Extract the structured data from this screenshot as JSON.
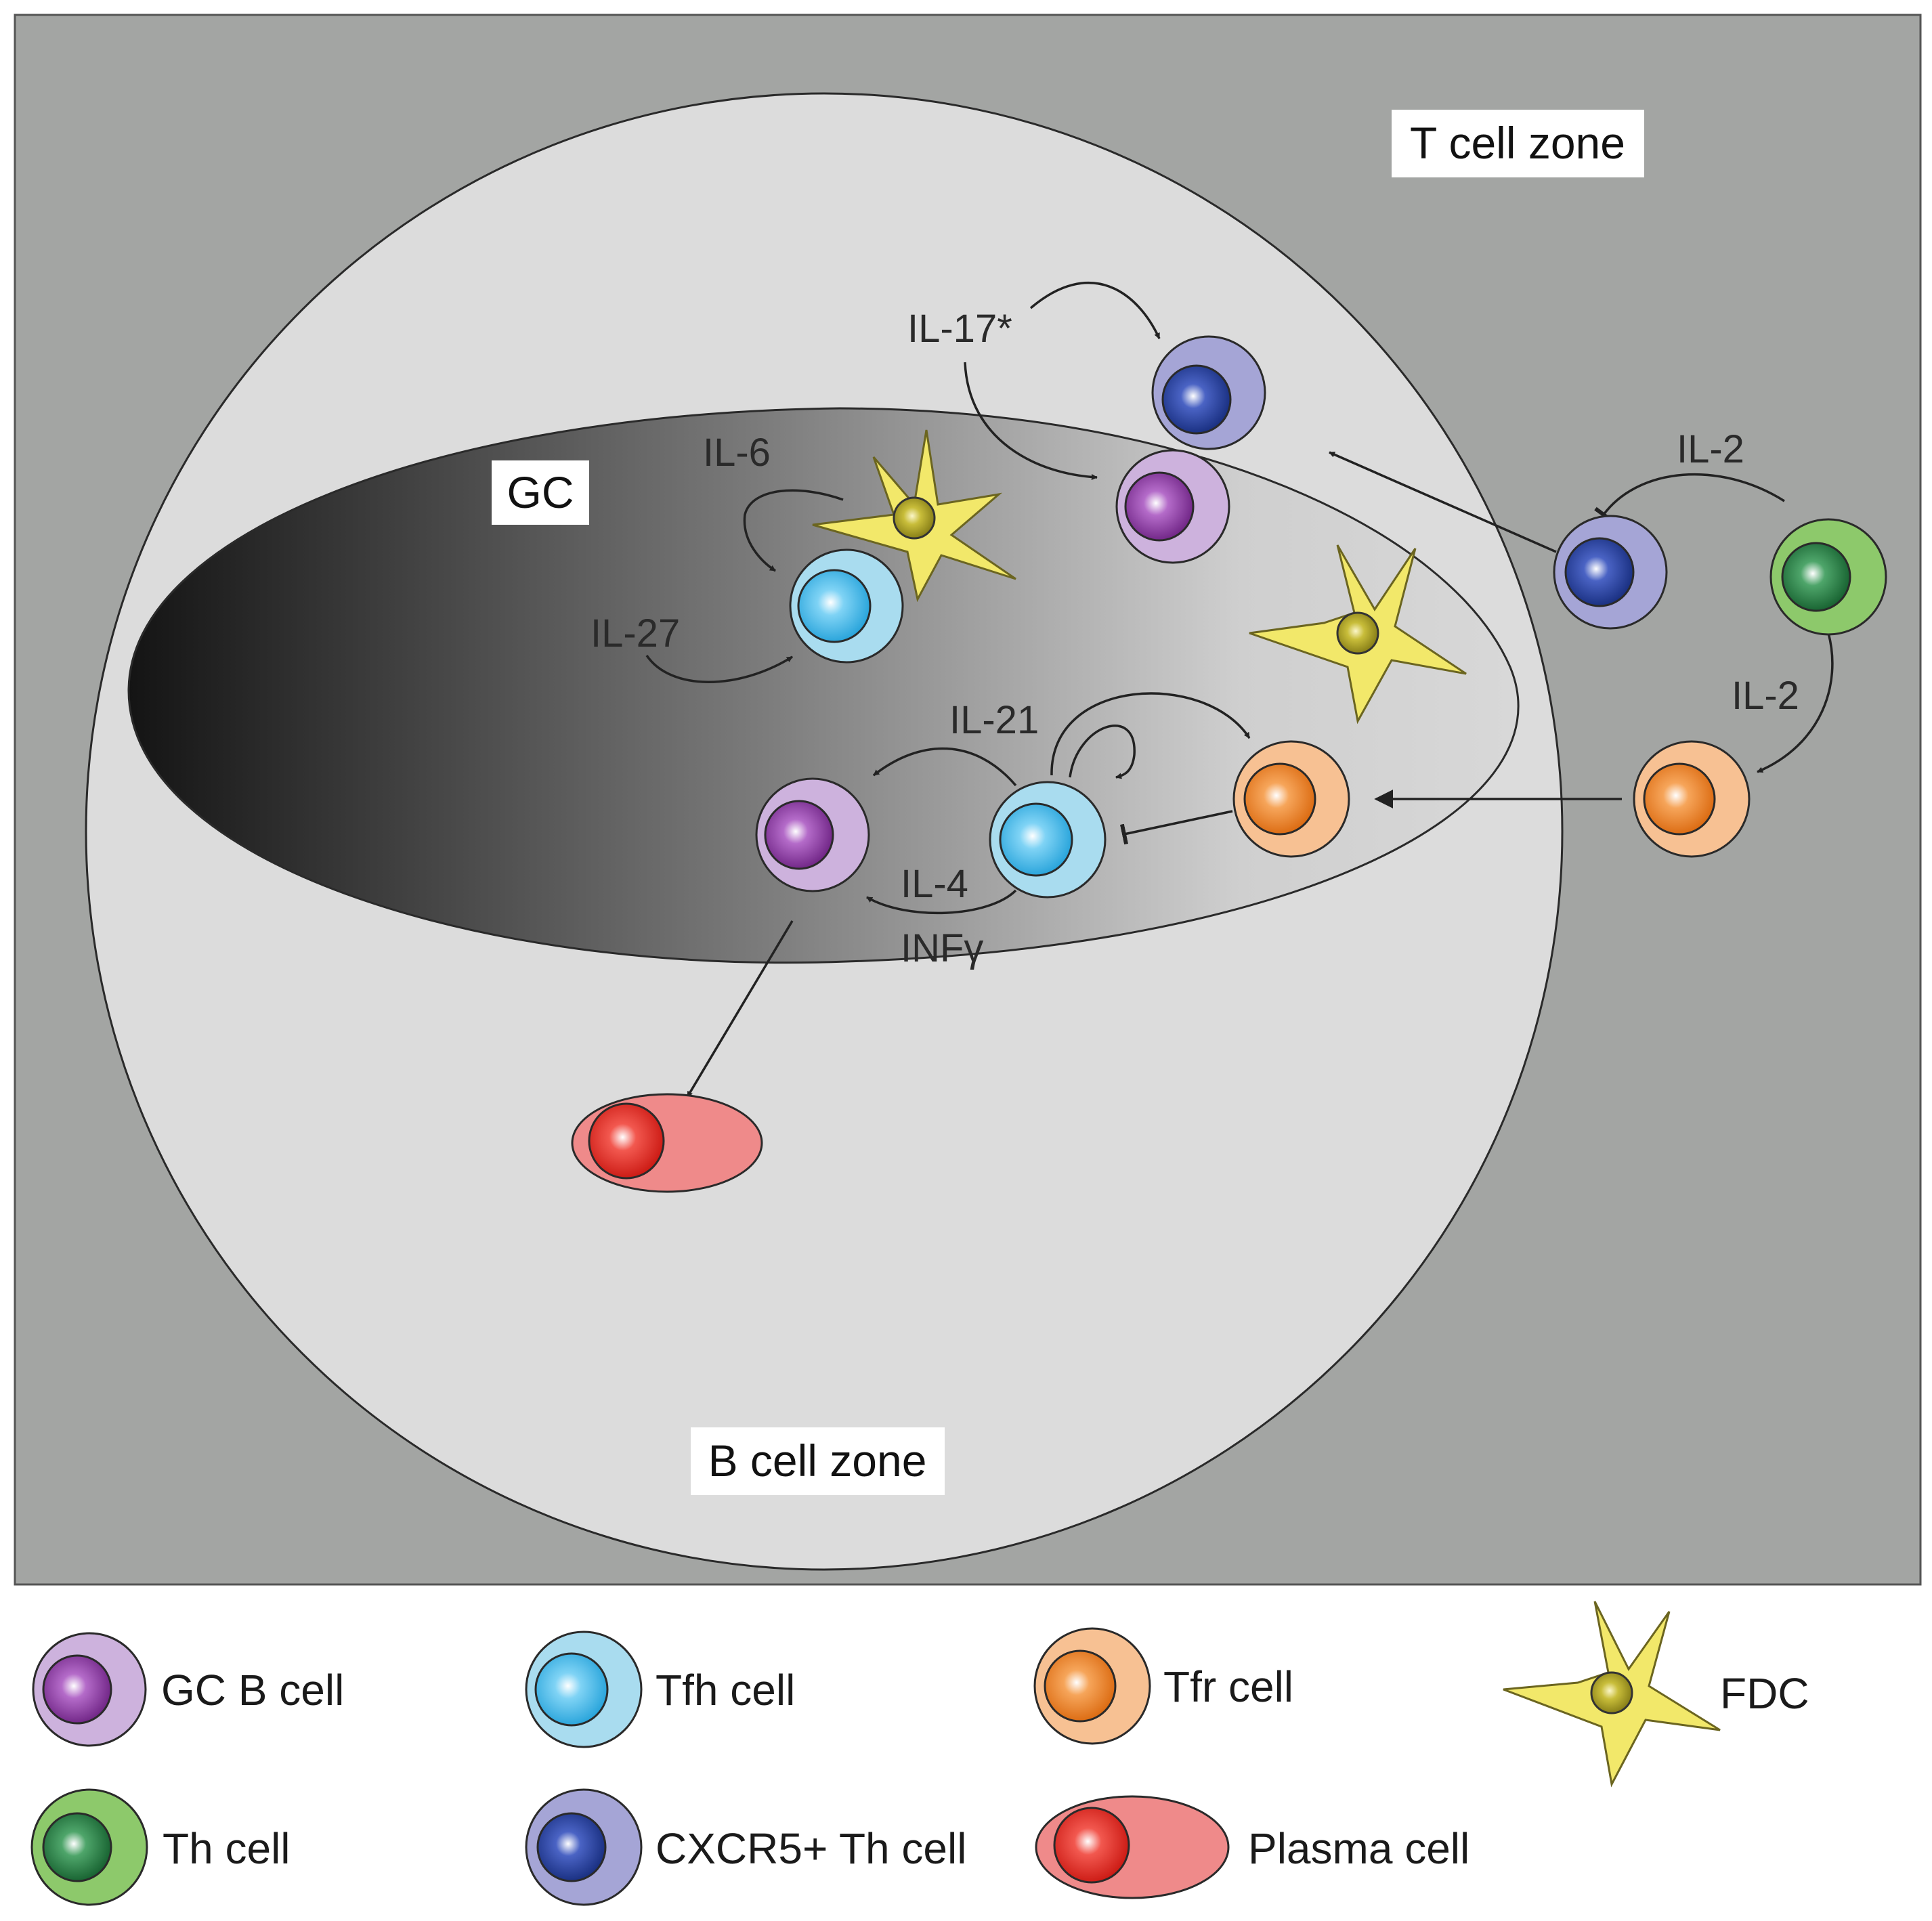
{
  "zones": {
    "t_cell_zone": "T cell zone",
    "b_cell_zone": "B cell zone",
    "gc": "GC"
  },
  "cytokines": {
    "il17": "IL-17*",
    "il6": "IL-6",
    "il27": "IL-27",
    "il2_top": "IL-2",
    "il2_right": "IL-2",
    "il21": "IL-21",
    "il4": "IL-4",
    "infg": "INFγ"
  },
  "legend": {
    "gc_b_cell": "GC B cell",
    "tfh_cell": "Tfh cell",
    "tfr_cell": "Tfr cell",
    "fdc": "FDC",
    "th_cell": "Th cell",
    "cxcr5_th_cell": "CXCR5+ Th cell",
    "plasma_cell": "Plasma cell"
  },
  "colors": {
    "t_zone_bg": "#a3a5a3",
    "b_zone_bg": "#dcdcdc",
    "gc_dark": "#141414",
    "gc_light": "#d6d6d6",
    "gc_b_outer": "#cdb2dd",
    "gc_b_inner": "#7d2a93",
    "tfh_outer": "#a9dcef",
    "tfh_inner": "#35b4e8",
    "tfr_outer": "#f7c193",
    "tfr_inner": "#ea7a1a",
    "th_outer": "#8dc96b",
    "th_inner": "#1e7a3a",
    "cxcr5_outer": "#a5a5d6",
    "cxcr5_inner": "#23398f",
    "plasma_outer": "#ef8a8a",
    "plasma_inner": "#e2231c",
    "fdc_body": "#f2e86a",
    "fdc_nucleus": "#a39a1e"
  }
}
